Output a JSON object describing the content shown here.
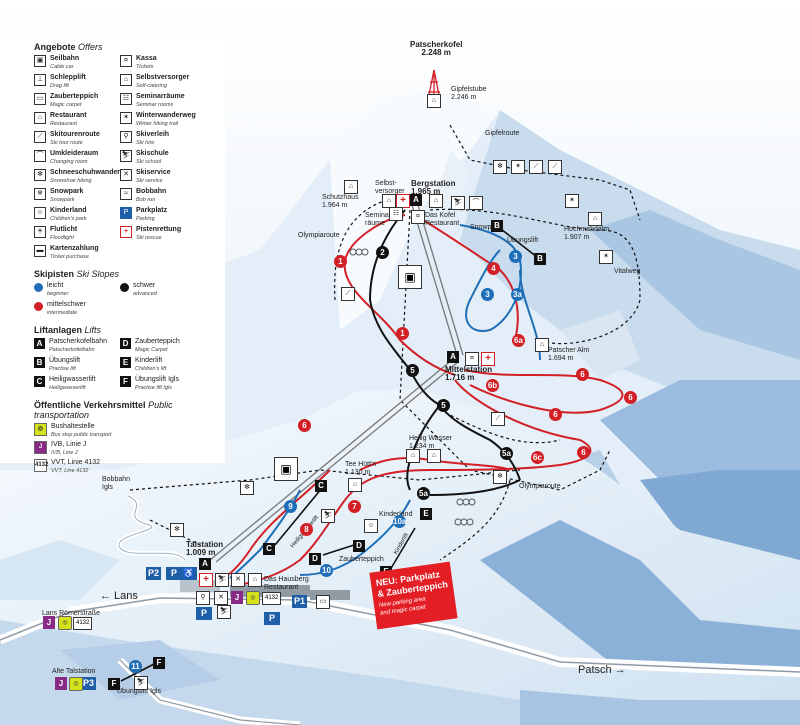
{
  "legend": {
    "offers_title_de": "Angebote",
    "offers_title_en": "Offers",
    "offers": [
      {
        "de": "Seilbahn",
        "en": "Cable car",
        "icon": "cable-car-icon",
        "glyph": "▣"
      },
      {
        "de": "Kassa",
        "en": "Tickets",
        "icon": "ticket-icon",
        "glyph": "¤"
      },
      {
        "de": "Schlepplift",
        "en": "Drag lift",
        "icon": "drag-lift-icon",
        "glyph": "⊥"
      },
      {
        "de": "Selbstversorger",
        "en": "Self-catering",
        "icon": "self-catering-icon",
        "glyph": "⌂"
      },
      {
        "de": "Zauberteppich",
        "en": "Magic carpet",
        "icon": "magic-carpet-icon",
        "glyph": "▭"
      },
      {
        "de": "Seminarräume",
        "en": "Seminar rooms",
        "icon": "seminar-icon",
        "glyph": "☷"
      },
      {
        "de": "Restaurant",
        "en": "Restaurant",
        "icon": "restaurant-icon",
        "glyph": "⌂"
      },
      {
        "de": "Winterwanderweg",
        "en": "Winter hiking trail",
        "icon": "hiking-icon",
        "glyph": "✶"
      },
      {
        "de": "Skitourenroute",
        "en": "Ski tour route",
        "icon": "ski-tour-icon",
        "glyph": "⟋"
      },
      {
        "de": "Skiverleih",
        "en": "Ski hire",
        "icon": "ski-hire-icon",
        "glyph": "⚲"
      },
      {
        "de": "Umkleideraum",
        "en": "Changing room",
        "icon": "changing-room-icon",
        "glyph": "⌒"
      },
      {
        "de": "Skischule",
        "en": "Ski school",
        "icon": "ski-school-icon",
        "glyph": "⛷"
      },
      {
        "de": "Schneeschuhwandern",
        "en": "Snowshoe hiking",
        "icon": "snowshoe-icon",
        "glyph": "✻"
      },
      {
        "de": "Skiservice",
        "en": "Ski service",
        "icon": "ski-service-icon",
        "glyph": "✕"
      },
      {
        "de": "Snowpark",
        "en": "Snowpark",
        "icon": "snowpark-icon",
        "glyph": "❄"
      },
      {
        "de": "Bobbahn",
        "en": "Bob run",
        "icon": "bob-run-icon",
        "glyph": "≈"
      },
      {
        "de": "Kinderland",
        "en": "Children's park",
        "icon": "childrens-park-icon",
        "glyph": "☺"
      },
      {
        "de": "Parkplatz",
        "en": "Parking",
        "icon": "parking-icon",
        "glyph": "P"
      },
      {
        "de": "Flutlicht",
        "en": "Floodlight",
        "icon": "floodlight-icon",
        "glyph": "☀"
      },
      {
        "de": "Pistenrettung",
        "en": "Ski rescue",
        "icon": "ski-rescue-icon",
        "glyph": "+"
      },
      {
        "de": "Kartenzahlung",
        "en": "Ticket purchase",
        "icon": "card-payment-icon",
        "glyph": "▬"
      }
    ],
    "slopes_title_de": "Skipisten",
    "slopes_title_en": "Ski Slopes",
    "slopes": [
      {
        "de": "leicht",
        "en": "beginner",
        "color": "#1f6fb8"
      },
      {
        "de": "schwer",
        "en": "advanced",
        "color": "#111111"
      },
      {
        "de": "mittelschwer",
        "en": "intermediate",
        "color": "#d31f26"
      }
    ],
    "lifts_title_de": "Liftanlagen",
    "lifts_title_en": "Lifts",
    "lifts": [
      {
        "code": "A",
        "de": "Patscherkofelbahn",
        "en": "Patscherkofelbahn"
      },
      {
        "code": "D",
        "de": "Zauberteppich",
        "en": "Magic Carpet"
      },
      {
        "code": "B",
        "de": "Übungslift",
        "en": "Practise lift"
      },
      {
        "code": "E",
        "de": "Kinderlift",
        "en": "Children's lift"
      },
      {
        "code": "C",
        "de": "Heiligwasserlift",
        "en": "Heiligwasserlift"
      },
      {
        "code": "F",
        "de": "Übungslift Igls",
        "en": "Practise lift Igls"
      }
    ],
    "transport_title_de": "Öffentliche Verkehrsmittel",
    "transport_title_en": "Public transportation",
    "transport": [
      {
        "badge": "◎",
        "de": "Bushaltestelle",
        "en": "Bus stop public transport",
        "color": "#d4e21b"
      },
      {
        "badge": "J",
        "de": "IVB, Linie J",
        "en": "IVB, Line J",
        "color": "#8a2a87"
      },
      {
        "badge": "4132",
        "de": "VVT, Linie 4132",
        "en": "VVT, Line 4132",
        "color": "#ffffff"
      }
    ]
  },
  "places": [
    {
      "id": "patscherkofel",
      "text": "Patscherkofel\n2.248 m",
      "bold": true
    },
    {
      "id": "gipfelstube",
      "text": "Gipfelstube\n2.246 m"
    },
    {
      "id": "gipfelroute",
      "text": "Gipfelroute"
    },
    {
      "id": "bergstation",
      "text": "Bergstation\n1.965 m",
      "bold": true
    },
    {
      "id": "schutzhaus",
      "text": "Schutzhaus\n1.964 m"
    },
    {
      "id": "selbstversorger",
      "text": "Selbst-\nversorger"
    },
    {
      "id": "seminarraeume",
      "text": "Seminar-\nräume"
    },
    {
      "id": "kofel-restaurant",
      "text": "Das Kofel\nRestaurant"
    },
    {
      "id": "snowpark",
      "text": "Snowpark"
    },
    {
      "id": "uebungslift",
      "text": "Übungslift"
    },
    {
      "id": "hochmahdalm",
      "text": "Hochmahdalm\n1.907 m"
    },
    {
      "id": "vitalweg",
      "text": "Vitalweg"
    },
    {
      "id": "olympiaroute-top",
      "text": "Olympiaroute"
    },
    {
      "id": "patscher-alm",
      "text": "Patscher Alm\n1.694 m"
    },
    {
      "id": "mittelstation",
      "text": "Mittelstation\n1.716 m",
      "bold": true
    },
    {
      "id": "heilig-wasser",
      "text": "Heilig Wasser\n1.234 m"
    },
    {
      "id": "tee-huettn",
      "text": "Tee Hütt'n\n1.130 m"
    },
    {
      "id": "kinderland",
      "text": "Kinderland"
    },
    {
      "id": "olympiaroute-bottom",
      "text": "Olympiaroute"
    },
    {
      "id": "zauberteppich",
      "text": "Zauberteppich"
    },
    {
      "id": "hausberg",
      "text": "Das Hausberg\nRestaurant"
    },
    {
      "id": "talstation",
      "text": "Talstation\n1.009 m",
      "bold": true
    },
    {
      "id": "bobbahn-igls",
      "text": "Bobbahn\nIgls"
    },
    {
      "id": "lans-roemerstrasse",
      "text": "Lans Römerstraße"
    },
    {
      "id": "alte-talstation",
      "text": "Alte Talstation"
    },
    {
      "id": "uebungslift-igls",
      "text": "Übungslift Igls"
    },
    {
      "id": "heiligwasserlift",
      "text": "Heiligwasserlift"
    },
    {
      "id": "kinderlift",
      "text": "Kinderlift"
    }
  ],
  "roads": {
    "lans": "← Lans",
    "patsch": "Patsch →"
  },
  "pistes": {
    "red": [
      "1",
      "1",
      "4",
      "6",
      "6",
      "6",
      "6",
      "6a",
      "6b",
      "6c",
      "7",
      "8",
      "6"
    ],
    "blue": [
      "3",
      "3",
      "3a",
      "9",
      "10",
      "10a",
      "11"
    ],
    "black": [
      "2",
      "5",
      "5",
      "5a",
      "5a"
    ]
  },
  "lift_markers": [
    "A",
    "A",
    "A",
    "B",
    "B",
    "C",
    "C",
    "D",
    "D",
    "E",
    "E",
    "F",
    "F"
  ],
  "parking": [
    "P2",
    "P1",
    "P3"
  ],
  "transit": {
    "ivb": "J",
    "vvt": "4132"
  },
  "promo": {
    "title": "NEU: Parkplatz\n& Zauberteppich",
    "subtitle": "New parking area\nand magic carpet"
  },
  "colors": {
    "red": "#d31f26",
    "blue": "#1f6fb8",
    "black": "#111111",
    "parking": "#1f5fa8",
    "ivb": "#8a2a87",
    "bus": "#d4e21b",
    "promo": "#e31e24"
  }
}
